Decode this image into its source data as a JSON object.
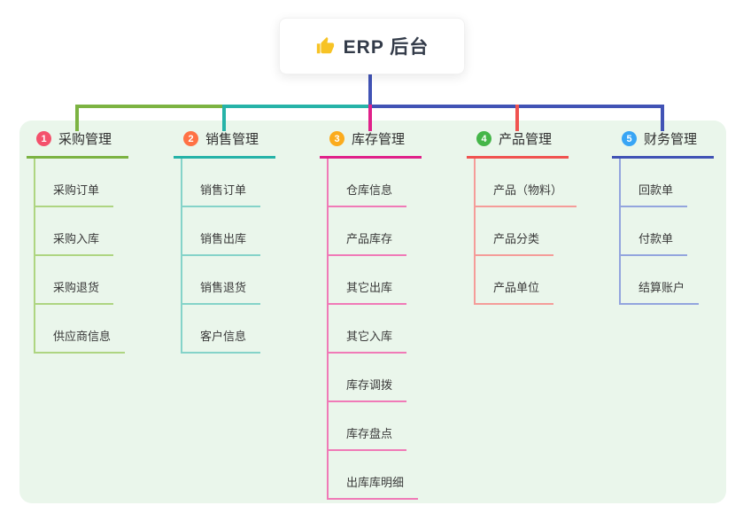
{
  "root": {
    "title": "ERP 后台",
    "icon": "thumbs-up-icon",
    "icon_color": "#f7c325"
  },
  "panel_color": "#eaf6eb",
  "connectors": {
    "trunk_color": "#4153b5"
  },
  "branches": [
    {
      "num": "1",
      "label": "采购管理",
      "circle_color": "#f4516c",
      "line_color": "#7cb342",
      "item_line_color": "#aed581",
      "items": [
        "采购订单",
        "采购入库",
        "采购退货",
        "供应商信息"
      ]
    },
    {
      "num": "2",
      "label": "销售管理",
      "circle_color": "#ff7245",
      "line_color": "#26b3a8",
      "item_line_color": "#85d3c9",
      "items": [
        "销售订单",
        "销售出库",
        "销售退货",
        "客户信息"
      ]
    },
    {
      "num": "3",
      "label": "库存管理",
      "circle_color": "#fbab1d",
      "line_color": "#e0218a",
      "item_line_color": "#f07ab7",
      "items": [
        "仓库信息",
        "产品库存",
        "其它出库",
        "其它入库",
        "库存调拨",
        "库存盘点",
        "出库库明细"
      ]
    },
    {
      "num": "4",
      "label": "产品管理",
      "circle_color": "#45b649",
      "line_color": "#f05350",
      "item_line_color": "#f59c99",
      "items": [
        "产品（物料）",
        "产品分类",
        "产品单位"
      ]
    },
    {
      "num": "5",
      "label": "财务管理",
      "circle_color": "#38a5f5",
      "line_color": "#4153b5",
      "item_line_color": "#93a5de",
      "items": [
        "回款单",
        "付款单",
        "结算账户"
      ]
    }
  ]
}
